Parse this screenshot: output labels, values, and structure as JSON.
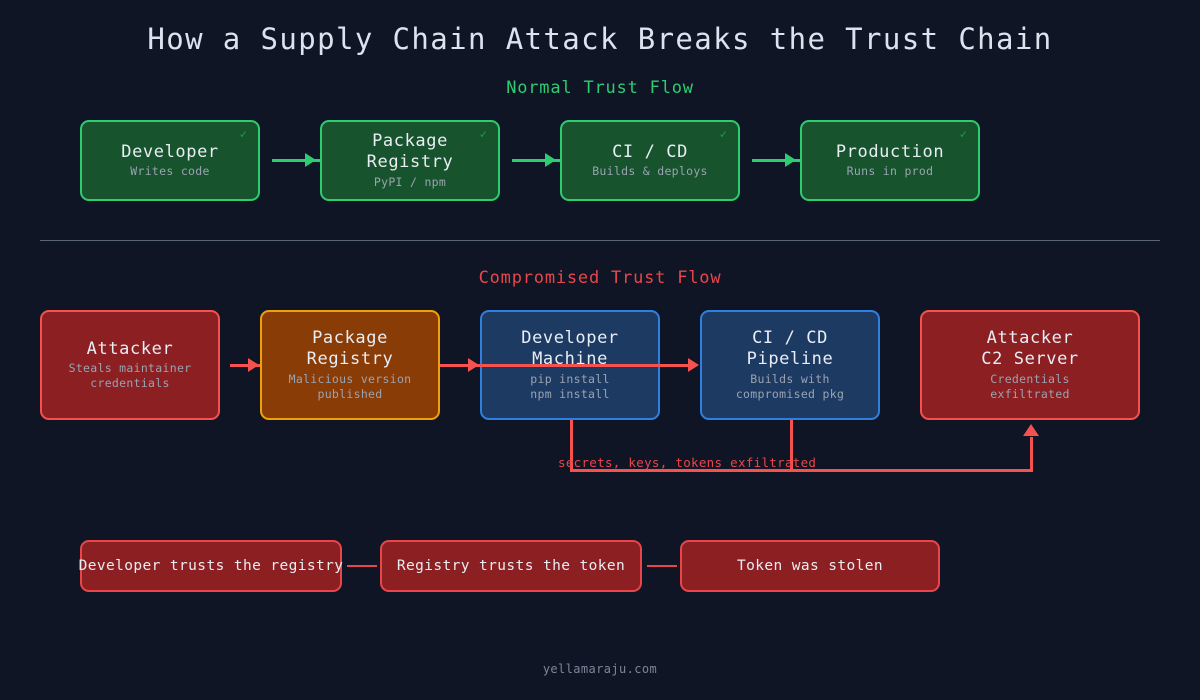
{
  "page": {
    "title": "How a Supply Chain Attack Breaks the Trust Chain",
    "footer": "yellamaraju.com",
    "background_color": "#0f1524"
  },
  "colors": {
    "green": "#2ecc71",
    "red": "#e8464a",
    "orange": "#f0a008",
    "blue": "#2f7fe0",
    "title_text": "#dce3ef",
    "subtext": "#9aa3b2",
    "divider": "#5a6575"
  },
  "normal_flow": {
    "heading": "Normal Trust Flow",
    "status_icon": "check-icon",
    "status_glyph": "✓",
    "nodes": [
      {
        "title": "Developer",
        "sub": "Writes code",
        "color": "green"
      },
      {
        "title": "Package\nRegistry",
        "sub": "PyPI / npm",
        "color": "green"
      },
      {
        "title": "CI / CD",
        "sub": "Builds & deploys",
        "color": "green"
      },
      {
        "title": "Production",
        "sub": "Runs in prod",
        "color": "green"
      }
    ]
  },
  "compromised_flow": {
    "heading": "Compromised Trust Flow",
    "nodes": [
      {
        "title": "Attacker",
        "sub": "Steals maintainer\ncredentials",
        "color": "red"
      },
      {
        "title": "Package\nRegistry",
        "sub": "Malicious version\npublished",
        "color": "orange"
      },
      {
        "title": "Developer\nMachine",
        "sub": "pip install\nnpm install",
        "color": "blue"
      },
      {
        "title": "CI / CD\nPipeline",
        "sub": "Builds with\ncompromised pkg",
        "color": "blue"
      },
      {
        "title": "Attacker\nC2 Server",
        "sub": "Credentials\nexfiltrated",
        "color": "red"
      }
    ],
    "exfil_label": "secrets, keys, tokens exfiltrated"
  },
  "trust_chain": {
    "claims": [
      "Developer trusts the registry",
      "Registry trusts the token",
      "Token was stolen"
    ]
  }
}
